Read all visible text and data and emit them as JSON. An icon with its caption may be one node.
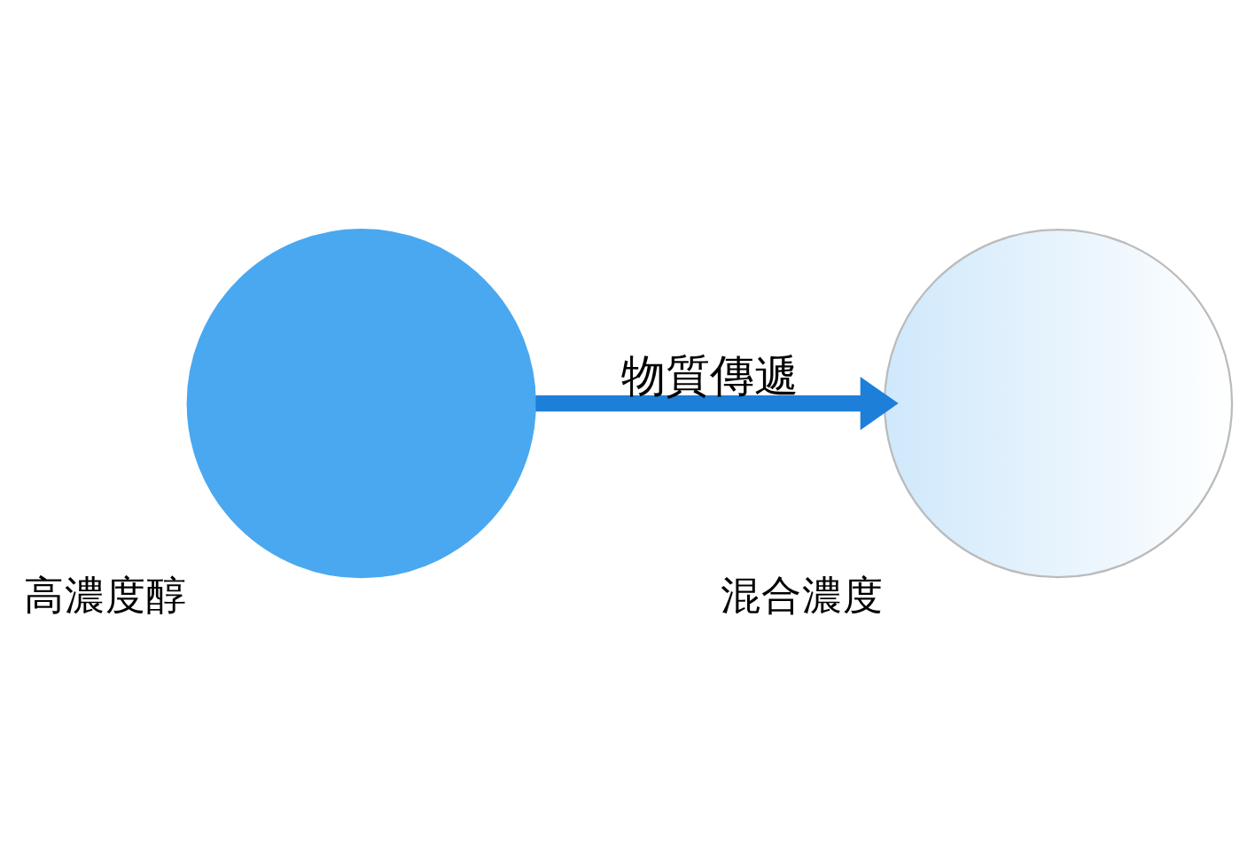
{
  "diagram": {
    "nodes": [
      {
        "text": [],
        "shape": "circle",
        "beside": [
          "高濃度醇"
        ]
      },
      {
        "text": [],
        "shape": "circle",
        "beside": [
          "混合濃度"
        ]
      }
    ],
    "edges": [
      {
        "from": 0,
        "to": 1,
        "arrow": "to",
        "label": "物質傳遞"
      }
    ]
  }
}
